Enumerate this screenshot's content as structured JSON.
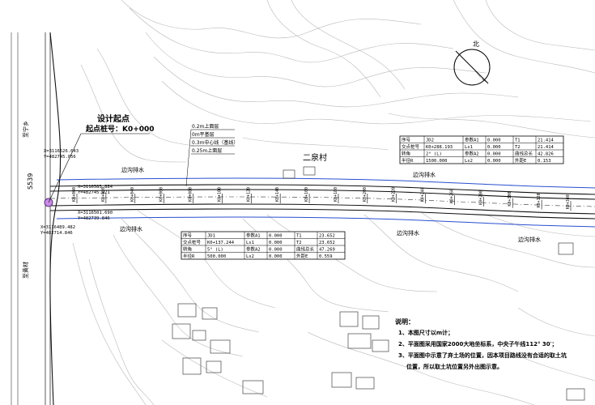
{
  "labels": {
    "village": "二泉村",
    "highway": "S539",
    "road_left_upper": "至宁乡",
    "road_left_lower": "至黄材",
    "north": "北",
    "start_title": "设计起点",
    "start_stake": "起点桩号：K0+000",
    "drain_1": "边沟排水",
    "drain_2": "边沟排水",
    "drain_3": "边沟排水",
    "drain_4": "边沟排水",
    "drain_5": "边沟排水"
  },
  "coords": {
    "c1": "X=3116526.643",
    "c2": "Y=482745.056",
    "c3": "X=3116585.884",
    "c4": "Y=482745.921",
    "c5": "X=3116501.690",
    "c6": "Y=482739.846",
    "c7": "X=3116489.482",
    "c8": "Y=482714.846"
  },
  "callout": {
    "l1": "0.2m上面层",
    "l2": "0m平基层",
    "l3": "0.3m中心线（基线）",
    "l4": "0.25m上面层"
  },
  "stations": [
    "K0+000",
    "K0+020",
    "K0+040",
    "K0+060",
    "K0+080",
    "K0+100",
    "K0+120",
    "K0+140",
    "K0+160",
    "K0+180",
    "K0+200",
    "K0+220",
    "K0+240",
    "K0+260",
    "K0+280",
    "K0+300",
    "K0+320",
    "K0+340"
  ],
  "jd1_table": {
    "rows": [
      [
        "序号",
        "JD1",
        "参数A1",
        "0.000",
        "T1",
        "23.652"
      ],
      [
        "交点桩号",
        "K0+137.244",
        "Ls1",
        "0.000",
        "T2",
        "23.652"
      ],
      [
        "转角",
        "5° (L)",
        "参数A2",
        "0.000",
        "曲线总长",
        "47.269"
      ],
      [
        "半径R",
        "500.000",
        "Ls2",
        "0.000",
        "外距E",
        "0.559"
      ]
    ]
  },
  "jd2_table": {
    "rows": [
      [
        "序号",
        "JD2",
        "参数A1",
        "0.000",
        "T1",
        "21.414"
      ],
      [
        "交点桩号",
        "K0+288.193",
        "Ls1",
        "0.000",
        "T2",
        "21.414"
      ],
      [
        "转角",
        "2° (L)",
        "参数A2",
        "0.000",
        "曲线总长",
        "42.826"
      ],
      [
        "半径R",
        "1500.000",
        "Ls2",
        "0.000",
        "外距E",
        "0.153"
      ]
    ]
  },
  "notes": {
    "title": "说明：",
    "n1": "1、本图尺寸以m计；",
    "n2": "2、平面图采用国家2000大地坐标系，中央子午线112° 30′；",
    "n3": "3、平面图中示意了弃土场的位置，因本项目路线没有合适的取土坑",
    "n4": "位置，所以取土坑位置另外出图示意。"
  }
}
